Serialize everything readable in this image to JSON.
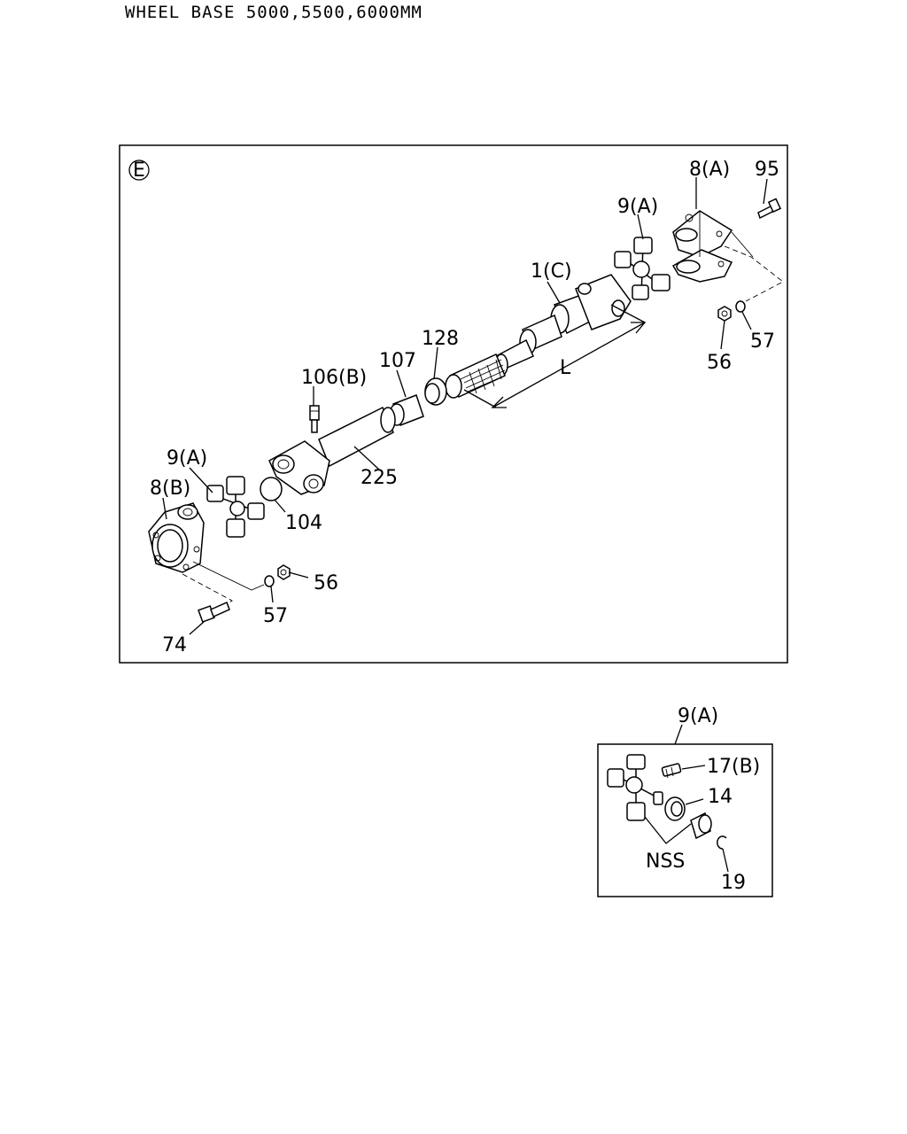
{
  "header": "WHEEL BASE 5000,5500,6000MM",
  "main": {
    "section_marker": "E",
    "labels": {
      "l_8a": "8(A)",
      "l_95": "95",
      "l_9a_top": "9(A)",
      "l_1c": "1(C)",
      "l_57_top": "57",
      "l_56_top": "56",
      "l_128": "128",
      "l_107": "107",
      "l_106b": "106(B)",
      "l_L": "L",
      "l_225": "225",
      "l_9a_left": "9(A)",
      "l_8b": "8(B)",
      "l_104": "104",
      "l_56_bot": "56",
      "l_57_bot": "57",
      "l_74": "74"
    }
  },
  "detail": {
    "title": "9(A)",
    "labels": {
      "l_17b": "17(B)",
      "l_14": "14",
      "l_nss": "NSS",
      "l_19": "19"
    }
  }
}
